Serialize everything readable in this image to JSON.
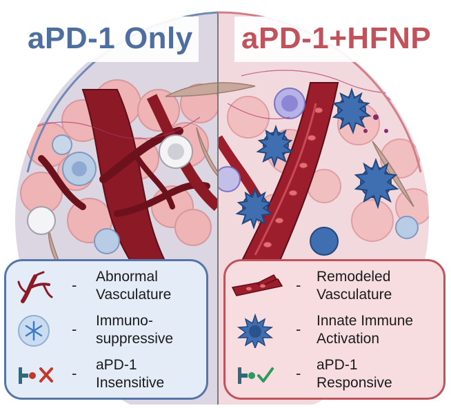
{
  "titles": {
    "left": "aPD-1 Only",
    "right": "aPD-1+HFNP"
  },
  "legend_left": {
    "items": [
      {
        "icon": "vessel-branch-icon",
        "dash": "-",
        "text": "Abnormal\nVasculature"
      },
      {
        "icon": "frozen-cell-icon",
        "dash": "-",
        "text": "Immuno-\nsuppressive"
      },
      {
        "icon": "antibody-cross-icon",
        "dash": "-",
        "text": "aPD-1\nInsensitive"
      }
    ]
  },
  "legend_right": {
    "items": [
      {
        "icon": "remodeled-vessel-icon",
        "dash": "-",
        "text": "Remodeled\nVasculature"
      },
      {
        "icon": "dendritic-cell-icon",
        "dash": "-",
        "text": "Innate Immune\nActivation"
      },
      {
        "icon": "antibody-check-icon",
        "dash": "-",
        "text": "aPD-1\nResponsive"
      }
    ]
  },
  "colors": {
    "left_accent": "#4f6ea0",
    "right_accent": "#c0525c",
    "left_panel": "#e4ecf7",
    "right_panel": "#f7dde0",
    "vessel": "#8b1a26",
    "immune_cell": "#3f6fb0"
  }
}
